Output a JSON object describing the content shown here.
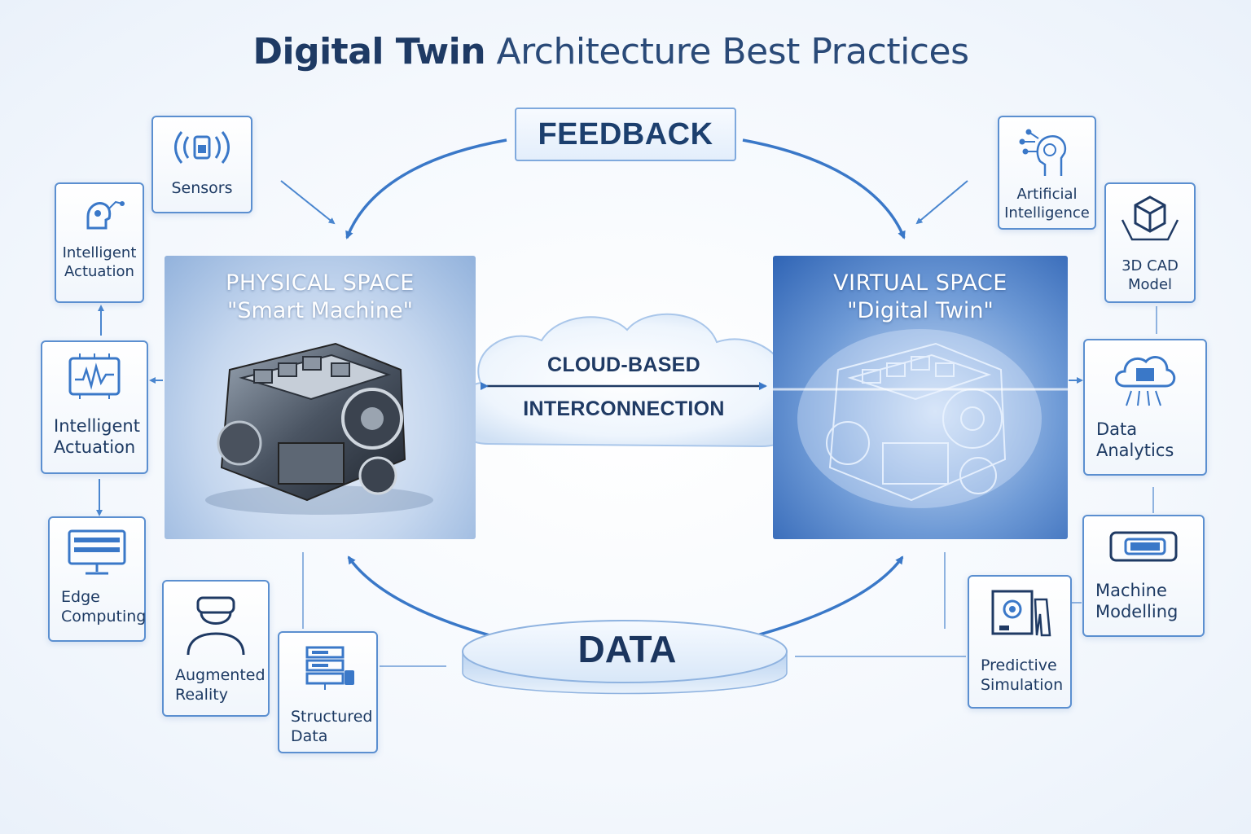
{
  "title": {
    "bold": "Digital Twin",
    "light": "Architecture Best Practices"
  },
  "feedback_label": "FEEDBACK",
  "physical": {
    "line1": "PHYSICAL SPACE",
    "line2": "\"Smart Machine\""
  },
  "virtual": {
    "line1": "VIRTUAL SPACE",
    "line2": "\"Digital Twin\""
  },
  "cloud": {
    "line1": "CLOUD-BASED",
    "line2": "INTERCONNECTION"
  },
  "data_label": "DATA",
  "left_nodes": {
    "sensors": "Sensors",
    "actuation_top": "Intelligent\nActuation",
    "actuation_mid": "Intelligent\nActuation",
    "edge": "Edge\nComputing",
    "ar": "Augmented\nReality",
    "structured": "Structured\nData"
  },
  "right_nodes": {
    "ai": "Artificial\nIntelligence",
    "cad": "3D CAD\nModel",
    "analytics": "Data\nAnalytics",
    "modelling": "Machine\nModelling",
    "predictive": "Predictive\nSimulation"
  },
  "colors": {
    "accent": "#3a78c8",
    "border": "#5b8fd0",
    "text": "#1d3a63"
  }
}
